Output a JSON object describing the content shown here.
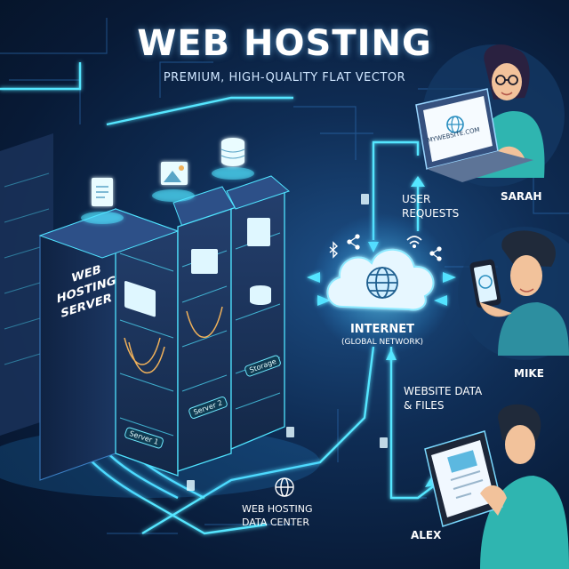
{
  "title": "WEB HOSTING",
  "subtitle": "PREMIUM, HIGH-QUALITY FLAT VECTOR",
  "server": {
    "panel_label": "WEB HOSTING SERVER",
    "units": [
      "Server 1",
      "Server 2",
      "Storage"
    ]
  },
  "cloud": {
    "title": "INTERNET",
    "subtitle": "(GLOBAL NETWORK)"
  },
  "flows": {
    "user_requests": "USER REQUESTS",
    "website_data": "WEBSITE DATA & FILES"
  },
  "users": [
    {
      "name": "SARAH",
      "device": "laptop",
      "screen_text": "MYWEBSITE.COM"
    },
    {
      "name": "MIKE",
      "device": "phone"
    },
    {
      "name": "ALEX",
      "device": "tablet"
    }
  ],
  "datacenter_label": "WEB HOSTING DATA CENTER",
  "colors": {
    "background": "#0b1d3a",
    "glow": "#4fe3ff",
    "server_body": "#1a2f55",
    "skin": "#f2c29b",
    "shirt_teal": "#2fb5b0"
  },
  "icons": [
    "document-icon",
    "image-icon",
    "database-icon",
    "globe-icon",
    "wifi-icon",
    "bluetooth-icon",
    "share-icon"
  ]
}
